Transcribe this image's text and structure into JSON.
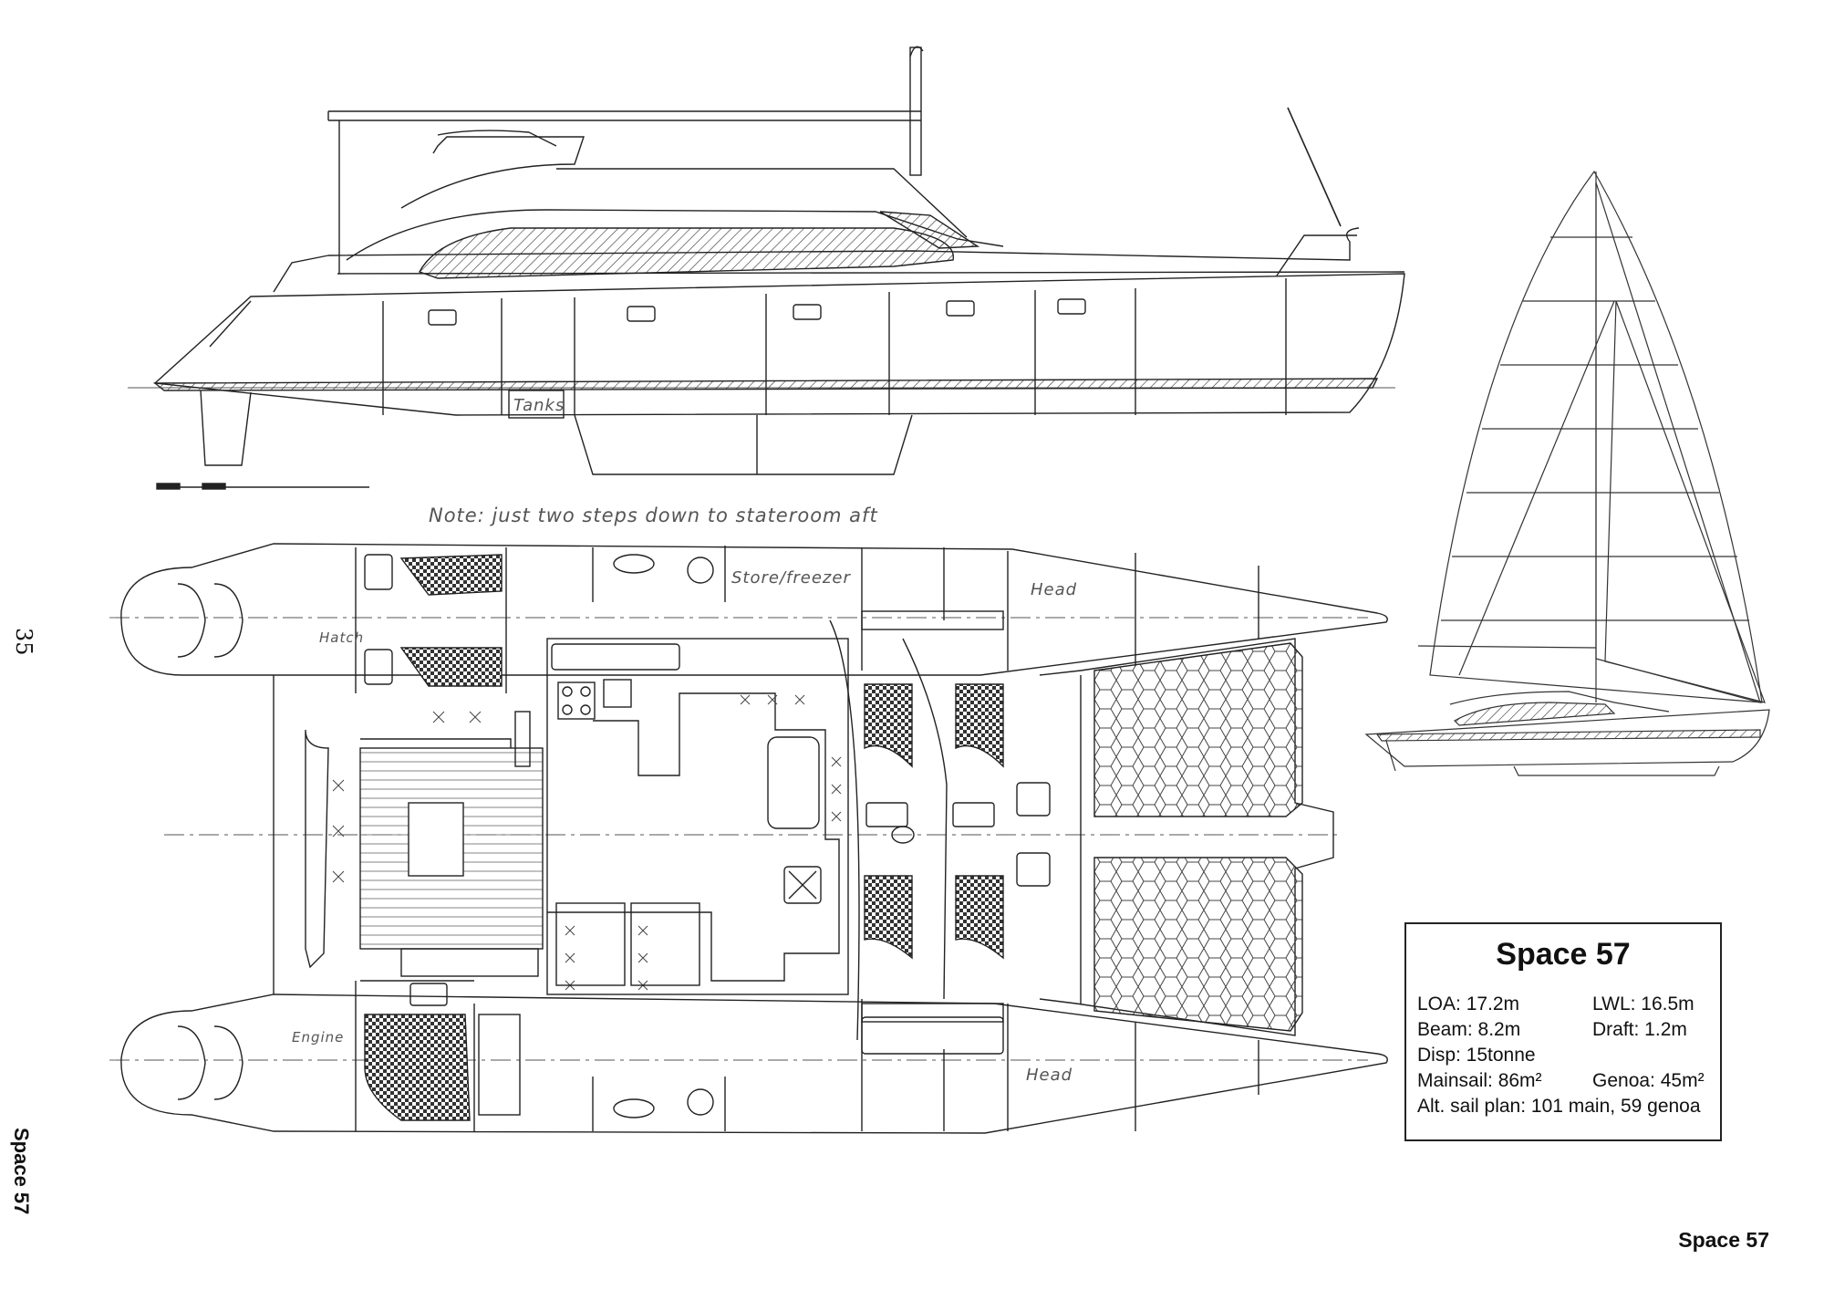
{
  "page_number": "35",
  "side_title": "Space 57",
  "footer_title": "Space 57",
  "note": "Note: just two steps down to stateroom aft",
  "labels": {
    "tanks": "Tanks",
    "store_freezer": "Store/freezer",
    "head_top": "Head",
    "head_bottom": "Head",
    "hatch": "Hatch",
    "engine": "Engine"
  },
  "spec_box": {
    "title": "Space 57",
    "loa": "LOA:   17.2m",
    "lwl": "LWL: 16.5m",
    "beam": "Beam: 8.2m",
    "draft": "Draft: 1.2m",
    "disp": "Disp: 15tonne",
    "mainsail": "Mainsail: 86m²",
    "genoa": "Genoa: 45m²",
    "alt_sail_plan": "Alt. sail plan: 101 main, 59 genoa"
  }
}
